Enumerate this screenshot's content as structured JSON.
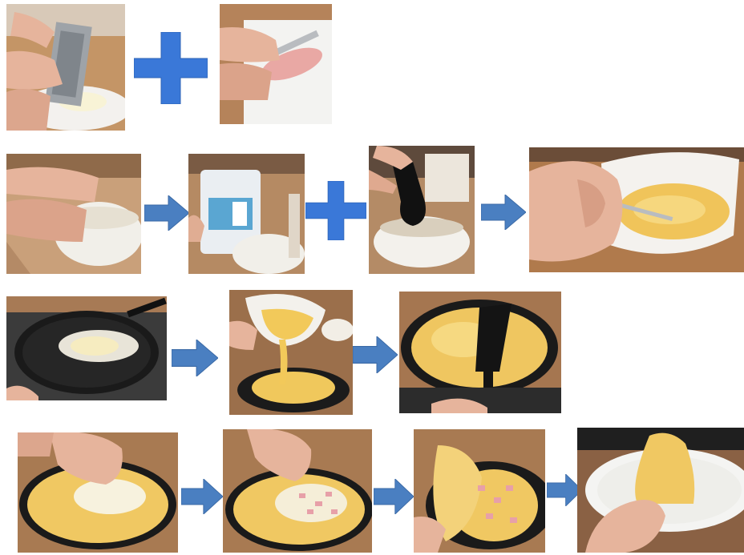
{
  "title": "",
  "palette": {
    "plus_blue": "#3a78d8",
    "arrow_blue": "#4a7fc1",
    "egg_yellow": "#f2d36b",
    "pan_black": "#1a1a1a",
    "counter_wood": "#b07a45",
    "skin": "#e8b59a",
    "ham_pink": "#e7a0a8"
  },
  "steps": [
    {
      "row": 1,
      "scene": "grating-cheese"
    },
    {
      "row": 1,
      "symbol": "plus"
    },
    {
      "row": 1,
      "scene": "slicing-ham"
    },
    {
      "row": 2,
      "scene": "cracking-eggs"
    },
    {
      "row": 2,
      "symbol": "arrow"
    },
    {
      "row": 2,
      "scene": "adding-cream"
    },
    {
      "row": 2,
      "symbol": "plus"
    },
    {
      "row": 2,
      "scene": "seasoning-pepper"
    },
    {
      "row": 2,
      "symbol": "arrow"
    },
    {
      "row": 2,
      "scene": "whisking-eggs"
    },
    {
      "row": 3,
      "scene": "melting-butter"
    },
    {
      "row": 3,
      "symbol": "arrow"
    },
    {
      "row": 3,
      "scene": "pouring-eggs"
    },
    {
      "row": 3,
      "symbol": "arrow"
    },
    {
      "row": 3,
      "scene": "spatula-cooking"
    },
    {
      "row": 4,
      "scene": "sprinkling-cheese"
    },
    {
      "row": 4,
      "symbol": "arrow"
    },
    {
      "row": 4,
      "scene": "adding-ham"
    },
    {
      "row": 4,
      "symbol": "arrow"
    },
    {
      "row": 4,
      "scene": "folding-omelette"
    },
    {
      "row": 4,
      "symbol": "arrow"
    },
    {
      "row": 4,
      "scene": "plated-omelette"
    }
  ]
}
